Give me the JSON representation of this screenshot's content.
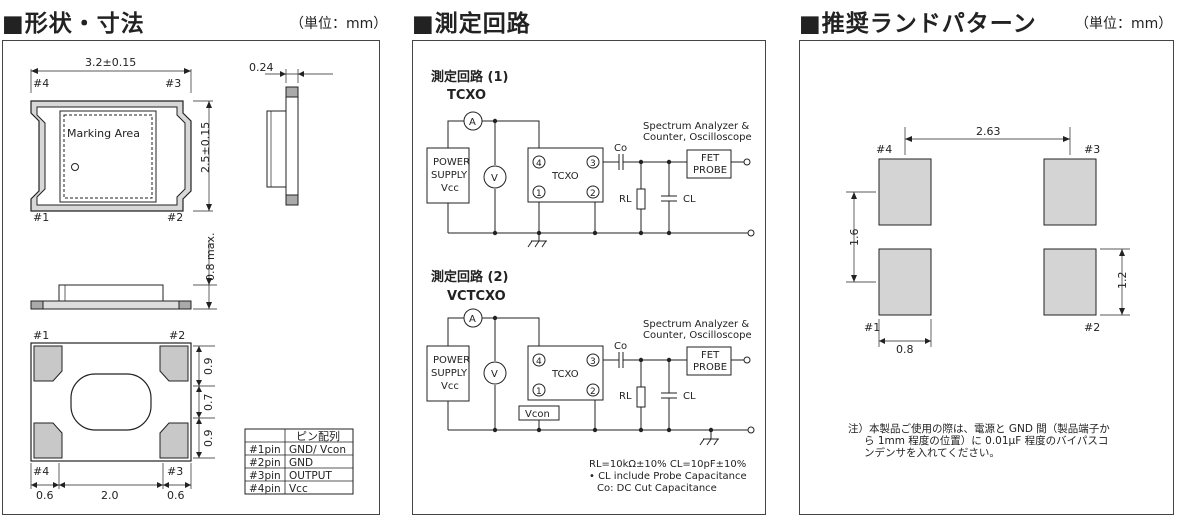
{
  "headers": {
    "dims_title": "■形状・寸法",
    "circuit_title": "■測定回路",
    "land_title": "■推奨ランドパターン",
    "unit_label": "（単位：mm）"
  },
  "dims": {
    "top_view": {
      "width_dim": "3.2±0.15",
      "height_dim": "2.5±0.15",
      "marking": "Marking Area",
      "pins": [
        "#4",
        "#3",
        "#1",
        "#2"
      ]
    },
    "side_view": {
      "thickness": "0.24"
    },
    "front_view": {
      "height": "0.8 max."
    },
    "bottom_view": {
      "pins": [
        "#1",
        "#2",
        "#4",
        "#3"
      ],
      "right_dims": [
        "0.9",
        "0.7",
        "0.9"
      ],
      "bottom_dims": [
        "0.6",
        "2.0",
        "0.6"
      ]
    },
    "pin_table": {
      "header": "ピン配列",
      "rows": [
        {
          "pin": "#1pin",
          "fn": "GND/ Vcon"
        },
        {
          "pin": "#2pin",
          "fn": "GND"
        },
        {
          "pin": "#3pin",
          "fn": "OUTPUT"
        },
        {
          "pin": "#4pin",
          "fn": "Vcc"
        }
      ]
    }
  },
  "circuits": {
    "c1": {
      "title": "測定回路 (1)",
      "subtitle": "TCXO"
    },
    "c2": {
      "title": "測定回路 (2)",
      "subtitle": "VCTCXO"
    },
    "common": {
      "power_l1": "POWER",
      "power_l2": "SUPPLY",
      "power_l3": "Vcc",
      "ammeter": "A",
      "voltmeter": "V",
      "chip": "TCXO",
      "pin4": "4",
      "pin3": "3",
      "pin1": "1",
      "pin2": "2",
      "co": "Co",
      "rl": "RL",
      "cl": "CL",
      "fet_l1": "FET",
      "fet_l2": "PROBE",
      "analyzer_l1": "Spectrum Analyzer &",
      "analyzer_l2": "Counter, Oscilloscope",
      "vcon": "Vcon"
    },
    "notes": [
      "RL=10kΩ±10%  CL=10pF±10%",
      "• CL include Probe Capacitance",
      "Co: DC   Cut Capacitance"
    ]
  },
  "land": {
    "dim_top": "2.63",
    "dim_left": "1.6",
    "dim_right": "1.2",
    "dim_bottom": "0.8",
    "pins": [
      "#4",
      "#3",
      "#1",
      "#2"
    ],
    "note": [
      "注）本製品ご使用の際は、電源と GND 間（製品端子か",
      "ら 1mm 程度の位置）に 0.01μF 程度のバイパスコ",
      "ンデンサを入れてください。"
    ]
  }
}
